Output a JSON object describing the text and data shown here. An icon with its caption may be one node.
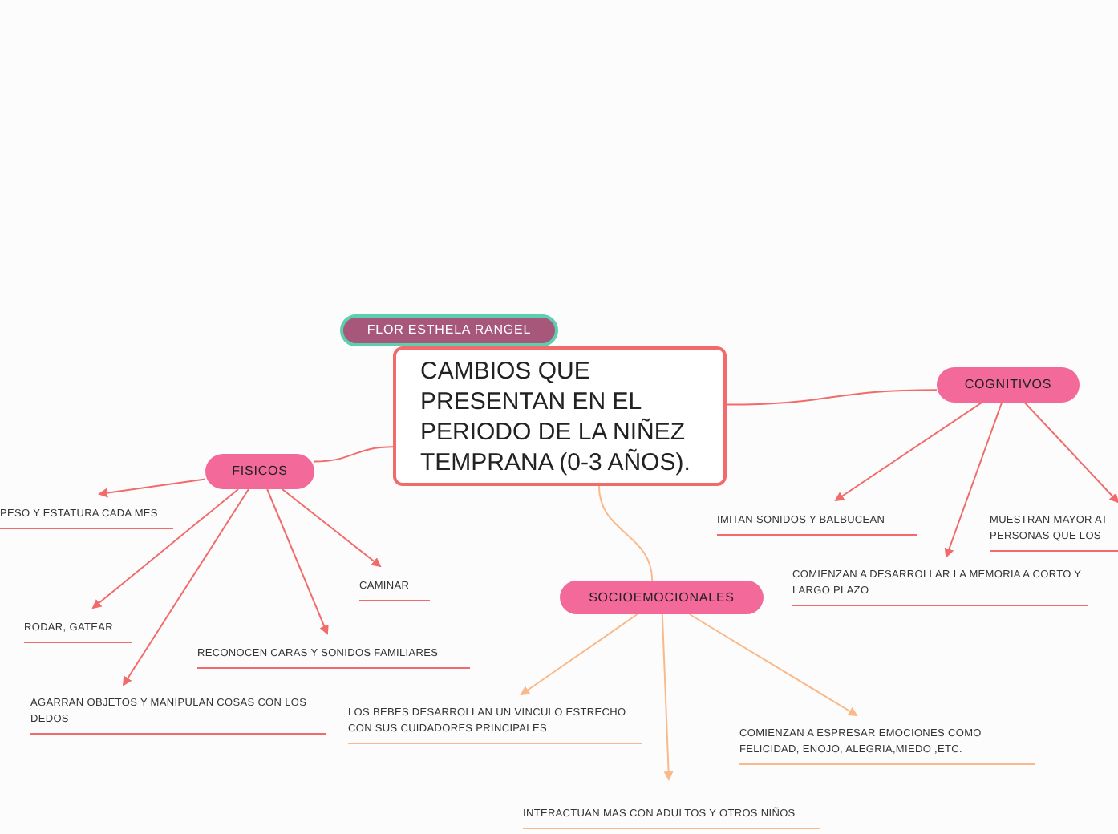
{
  "diagram": {
    "nodes": [
      {
        "text": [
          "FLOR ESTHELA RANGEL"
        ]
      },
      {
        "text": [
          "CAMBIOS QUE PRESENTAN EN EL PERIODO DE LA NIÑEZ TEMPRANA (0-3 AÑOS)."
        ]
      },
      {
        "text": [
          "FISICOS"
        ]
      },
      {
        "text": [
          "PESO Y ESTATURA CADA MES"
        ]
      },
      {
        "text": [
          "RODAR, GATEAR"
        ]
      },
      {
        "text": [
          "AGARRAN OBJETOS Y MANIPULAN COSAS CON LOS DEDOS"
        ]
      },
      {
        "text": [
          "RECONOCEN CARAS Y SONIDOS FAMILIARES"
        ]
      },
      {
        "text": [
          "CAMINAR"
        ]
      },
      {
        "text": [
          "COGNITIVOS"
        ]
      },
      {
        "text": [
          "IMITAN SONIDOS Y BALBUCEAN"
        ]
      },
      {
        "text": [
          "COMIENZAN A DESARROLLAR LA MEMORIA A CORTO Y LARGO PLAZO"
        ]
      },
      {
        "text": [
          "MUESTRAN MAYOR AT PERSONAS QUE LOS"
        ]
      },
      {
        "text": [
          "SOCIOEMOCIONALES"
        ]
      },
      {
        "text": [
          "LOS BEBES DESARROLLAN UN VINCULO ESTRECHO CON SUS CUIDADORES PRINCIPALES"
        ]
      },
      {
        "text": [
          "INTERACTUAN MAS CON ADULTOS Y OTROS NIÑOS"
        ]
      },
      {
        "text": [
          "COMIENZAN A ESPRESAR EMOCIONES COMO FELICIDAD, ENOJO, ALEGRIA,MIEDO ,ETC."
        ]
      }
    ],
    "edges": [
      {
        "from": 1,
        "to": 2,
        "arrow": "none"
      },
      {
        "from": 1,
        "to": 8,
        "arrow": "none"
      },
      {
        "from": 1,
        "to": 12,
        "arrow": "none",
        "color": "#f9b98a"
      },
      {
        "from": 2,
        "to": 3,
        "arrow": "to"
      },
      {
        "from": 2,
        "to": 4,
        "arrow": "to"
      },
      {
        "from": 2,
        "to": 5,
        "arrow": "to"
      },
      {
        "from": 2,
        "to": 6,
        "arrow": "to"
      },
      {
        "from": 2,
        "to": 7,
        "arrow": "to"
      },
      {
        "from": 8,
        "to": 9,
        "arrow": "to"
      },
      {
        "from": 8,
        "to": 10,
        "arrow": "to"
      },
      {
        "from": 8,
        "to": 11,
        "arrow": "to"
      },
      {
        "from": 12,
        "to": 13,
        "arrow": "to",
        "color": "#f9b98a"
      },
      {
        "from": 12,
        "to": 14,
        "arrow": "to",
        "color": "#f9b98a"
      },
      {
        "from": 12,
        "to": 15,
        "arrow": "to",
        "color": "#f9b98a"
      }
    ]
  }
}
